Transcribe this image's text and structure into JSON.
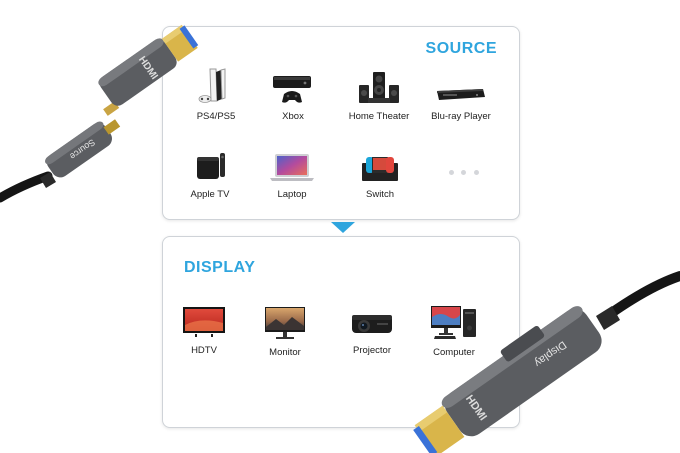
{
  "source": {
    "title": "SOURCE",
    "items": [
      {
        "label": "PS4/PS5",
        "icon": "game-console-icon"
      },
      {
        "label": "Xbox",
        "icon": "xbox-console-icon"
      },
      {
        "label": "Home Theater",
        "icon": "home-theater-icon"
      },
      {
        "label": "Blu-ray Player",
        "icon": "bluray-player-icon"
      },
      {
        "label": "Apple TV",
        "icon": "apple-tv-icon"
      },
      {
        "label": "Laptop",
        "icon": "laptop-icon"
      },
      {
        "label": "Switch",
        "icon": "switch-console-icon"
      }
    ]
  },
  "display": {
    "title": "DISPLAY",
    "items": [
      {
        "label": "HDTV",
        "icon": "tv-icon"
      },
      {
        "label": "Monitor",
        "icon": "monitor-icon"
      },
      {
        "label": "Projector",
        "icon": "projector-icon"
      },
      {
        "label": "Computer",
        "icon": "computer-icon"
      }
    ]
  },
  "cables": {
    "source_end_text": "Source",
    "display_end_text": "Display",
    "plug_text": "HDMI"
  },
  "colors": {
    "accent": "#2fa5de",
    "panel_border": "#cfd3d8",
    "cable_shell": "#5b5d61",
    "connector_gold": "#d9b54a",
    "connector_blue": "#3a72d8"
  }
}
